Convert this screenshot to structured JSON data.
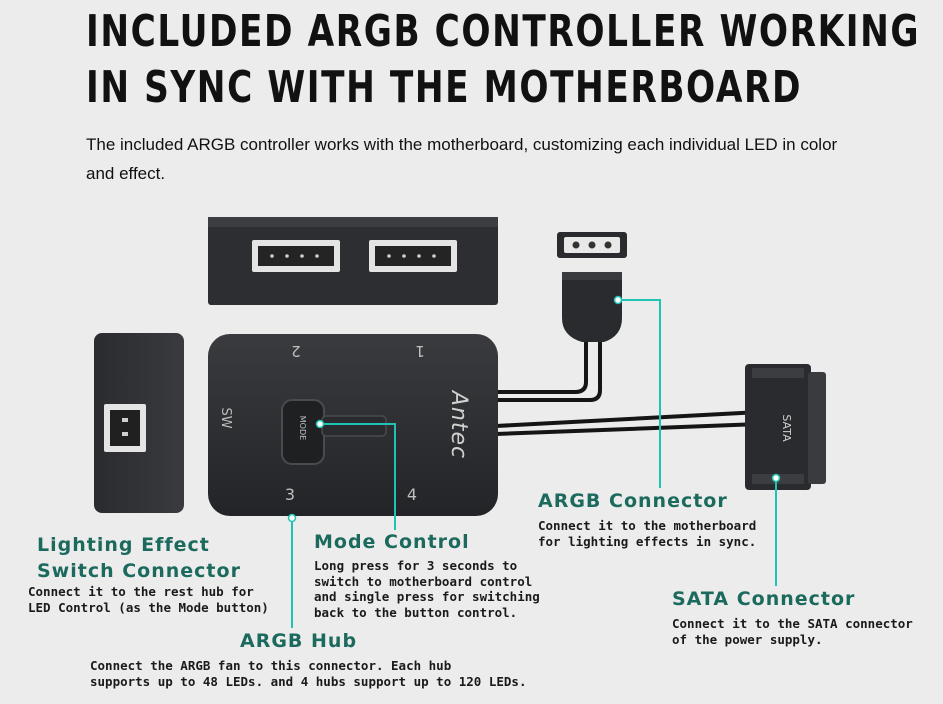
{
  "headline": [
    "INCLUDED ARGB CONTROLLER WORKING",
    "IN SYNC WITH THE MOTHERBOARD"
  ],
  "intro": "The included ARGB controller works with the motherboard, customizing each individual LED in color and effect.",
  "colors": {
    "background": "#ececec",
    "label": "#1b6a5d",
    "callout_line": "#1fc3b3",
    "device_body": "#2f3032",
    "device_shadow": "#1d1e20"
  },
  "device_markings": {
    "port_1": "1",
    "port_2": "2",
    "port_3": "3",
    "port_4": "4",
    "switch_port": "SW",
    "mode_button": "MODE",
    "brand": "Antec",
    "sata_plug": "SATA"
  },
  "callouts": {
    "lighting_switch": {
      "title_lines": [
        "Lighting Effect",
        "Switch Connector"
      ],
      "description": "Connect it to the rest hub for\nLED Control (as the Mode button)"
    },
    "mode_control": {
      "title": "Mode Control",
      "description": "Long press for 3 seconds to\nswitch to motherboard control\nand single press for switching\nback to the button control."
    },
    "argb_hub": {
      "title": "ARGB Hub",
      "description": "Connect the ARGB fan to this connector. Each hub\nsupports up to 48 LEDs. and 4 hubs support up to 120 LEDs."
    },
    "argb_connector": {
      "title": "ARGB Connector",
      "description": "Connect it to the motherboard\nfor lighting effects in sync."
    },
    "sata_connector": {
      "title": "SATA Connector",
      "description": "Connect it to the SATA connector\nof the power supply."
    }
  }
}
